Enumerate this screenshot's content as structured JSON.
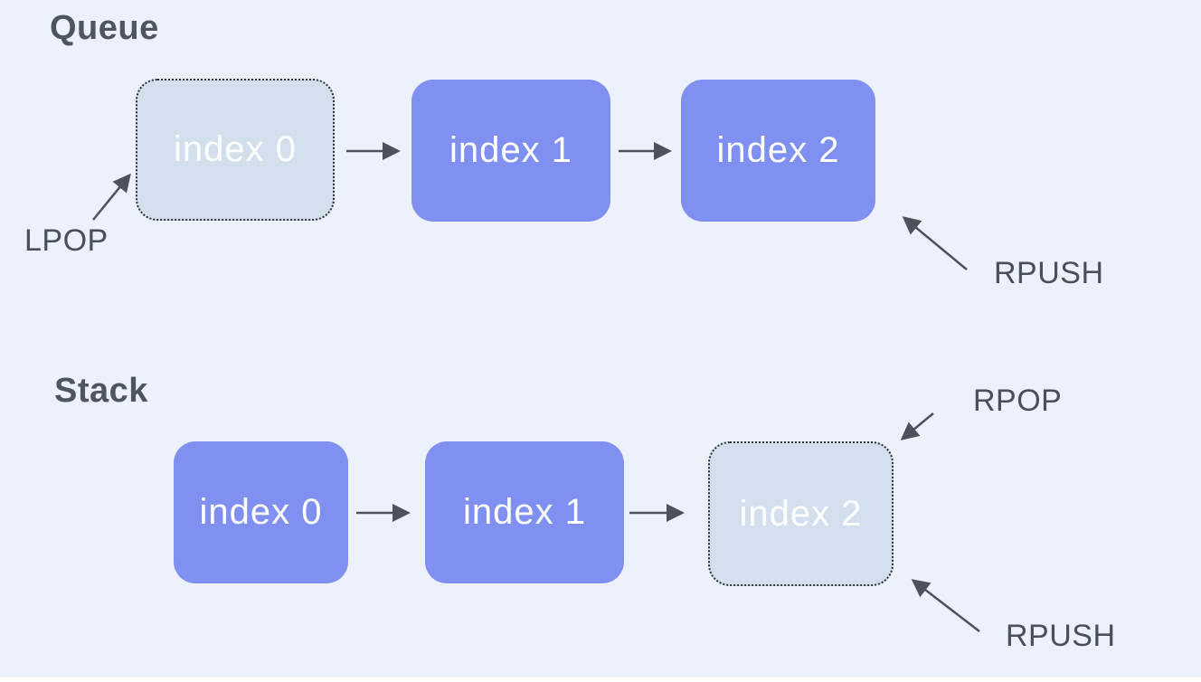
{
  "colors": {
    "background": "#edf1fc",
    "node_solid": "#8090f0",
    "node_ghost_fill": "#d4dfed",
    "node_ghost_border": "#2b2f36",
    "node_text": "#ffffff",
    "heading_text": "#4e5560",
    "label_text": "#4a505b",
    "arrow": "#4d525a"
  },
  "sections": [
    {
      "id": "queue",
      "title": "Queue",
      "nodes": [
        {
          "label": "index 0",
          "variant": "ghost"
        },
        {
          "label": "index 1",
          "variant": "solid"
        },
        {
          "label": "index 2",
          "variant": "solid"
        }
      ],
      "operations": [
        {
          "label": "LPOP",
          "target": "index 0",
          "side": "left"
        },
        {
          "label": "RPUSH",
          "target": "index 2",
          "side": "right"
        }
      ]
    },
    {
      "id": "stack",
      "title": "Stack",
      "nodes": [
        {
          "label": "index 0",
          "variant": "solid"
        },
        {
          "label": "index 1",
          "variant": "solid"
        },
        {
          "label": "index 2",
          "variant": "ghost"
        }
      ],
      "operations": [
        {
          "label": "RPOP",
          "target": "index 2",
          "side": "top-right"
        },
        {
          "label": "RPUSH",
          "target": "index 2",
          "side": "bottom-right"
        }
      ]
    }
  ]
}
